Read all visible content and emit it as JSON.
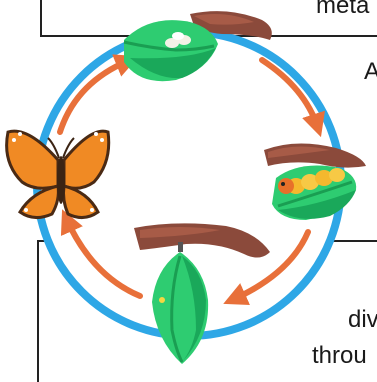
{
  "text_fragments": {
    "top_right": "meta",
    "right_middle": "A",
    "bottom_right_1": "div",
    "bottom_right_2": "throu"
  },
  "colors": {
    "cycle_ring": "#2ea7e6",
    "arrow": "#e8703a",
    "leaf_green": "#2ecc71",
    "branch_brown": "#8b4a3b",
    "butterfly_orange": "#f08a24"
  },
  "stages": [
    {
      "name": "egg-on-leaf-icon"
    },
    {
      "name": "caterpillar-icon"
    },
    {
      "name": "chrysalis-icon"
    },
    {
      "name": "butterfly-icon"
    }
  ]
}
